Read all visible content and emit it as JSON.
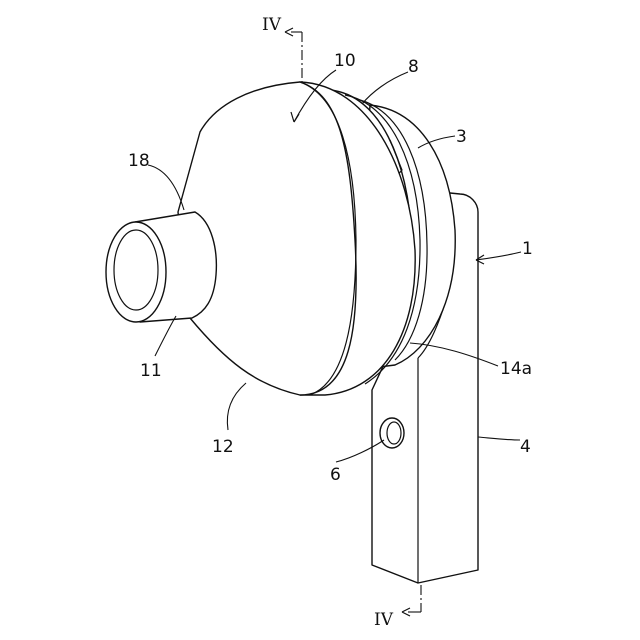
{
  "section_marks": {
    "top": "IV",
    "bottom": "IV"
  },
  "labels": {
    "l10": "10",
    "l8": "8",
    "l3": "3",
    "l18": "18",
    "l1": "1",
    "l14a": "14a",
    "l11": "11",
    "l4": "4",
    "l6": "6",
    "l12": "12"
  }
}
